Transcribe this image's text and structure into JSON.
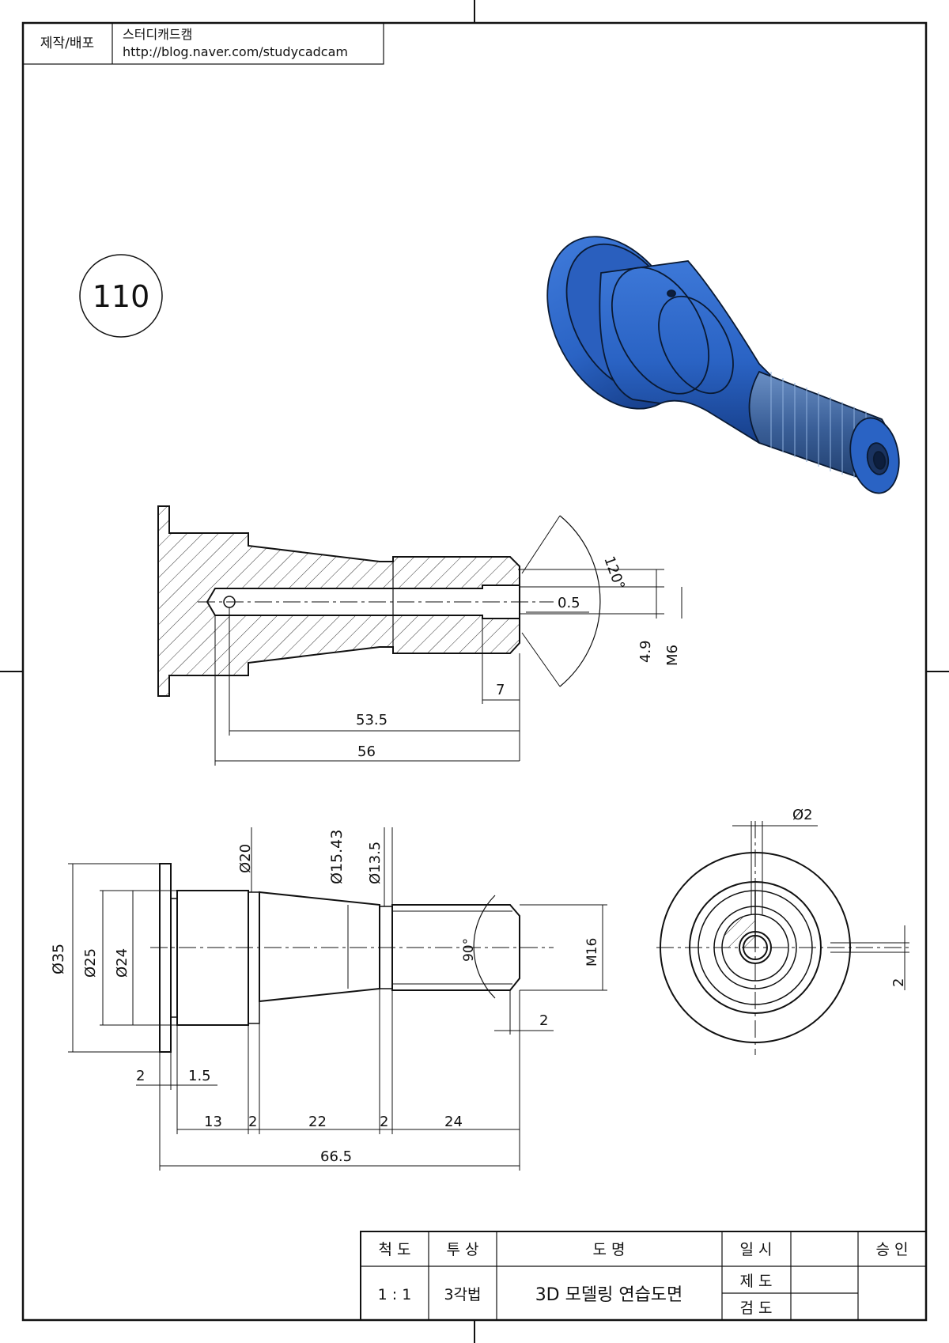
{
  "header": {
    "label": "제작/배포",
    "publisher": "스터디캐드캠",
    "url": "http://blog.naver.com/studycadcam"
  },
  "drawing_number": "110",
  "colors": {
    "line": "#111111",
    "model_blue": "#2a63c4",
    "model_dark": "#173f8a",
    "hatch": "#333333"
  },
  "section_view": {
    "dims": {
      "angle": "120°",
      "groove": "0.5",
      "bore_depth_small": "4.9",
      "thread_small": "M6",
      "counterbore_len": "7",
      "hole_depth": "53.5",
      "overall_depth": "56"
    }
  },
  "front_view": {
    "dims": {
      "d_flange": "Ø35",
      "d_hub": "Ø25",
      "d_hub_inner": "Ø24",
      "d_cone_start": "Ø20",
      "d_cone_end": "Ø15.43",
      "d_neck": "Ø13.5",
      "chamfer_angle": "90°",
      "thread": "M16",
      "chamfer_len": "2",
      "flange_t": "2",
      "flange_gap": "1.5",
      "seg_hub": "13",
      "seg_groove1": "2",
      "seg_cone": "22",
      "seg_groove2": "2",
      "seg_thread": "24",
      "overall": "66.5"
    }
  },
  "end_view": {
    "dims": {
      "pin_hole": "Ø2",
      "offset": "2"
    }
  },
  "title_block": {
    "scale_label": "척 도",
    "projection_label": "투 상",
    "name_label": "도 명",
    "date_label": "일 시",
    "approval_label": "승 인",
    "scale": "1 : 1",
    "projection": "3각법",
    "name": "3D 모델링 연습도면",
    "drafted": "제 도",
    "checked": "검 도"
  }
}
